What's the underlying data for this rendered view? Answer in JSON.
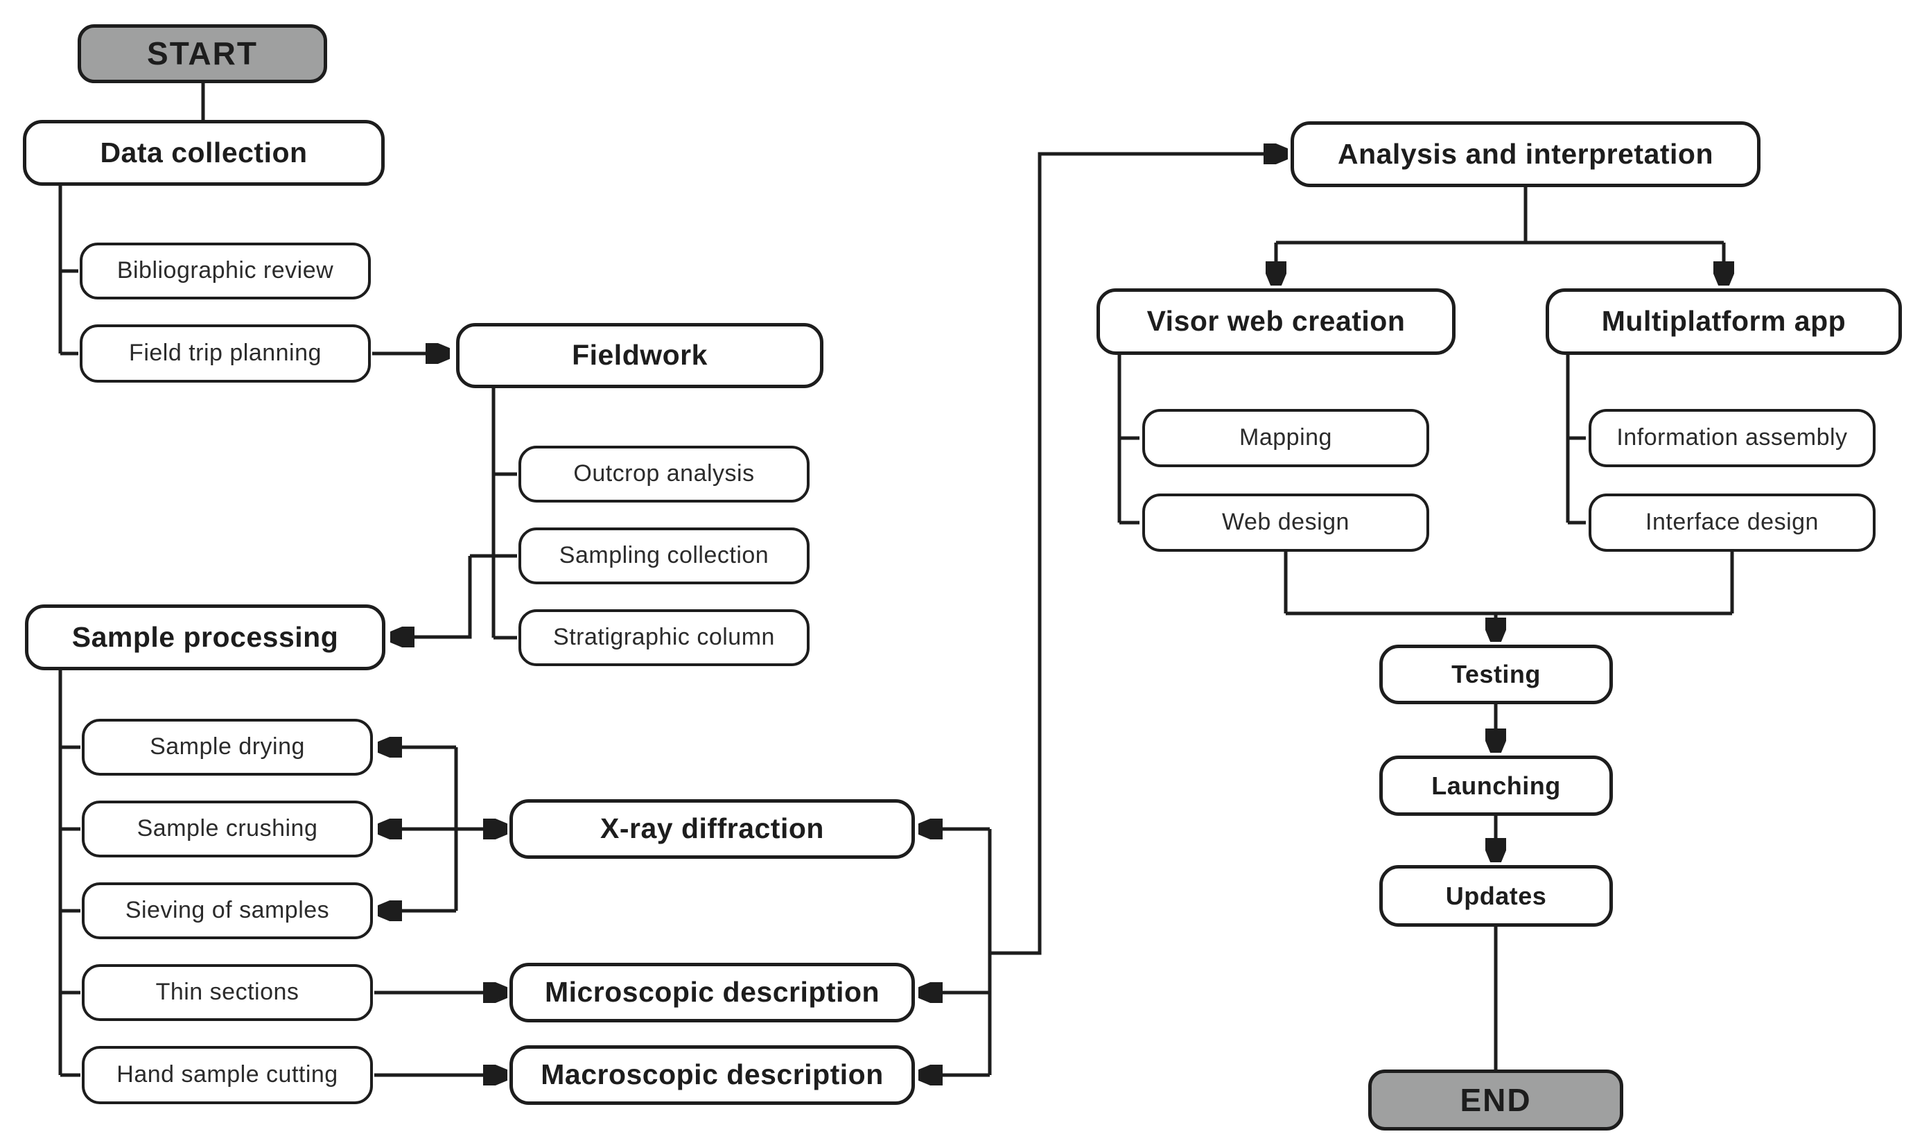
{
  "diagram": {
    "nodes": {
      "start": {
        "label": "START"
      },
      "data_collection": {
        "label": "Data collection"
      },
      "bibliographic_review": {
        "label": "Bibliographic review"
      },
      "field_trip_planning": {
        "label": "Field trip planning"
      },
      "fieldwork": {
        "label": "Fieldwork"
      },
      "outcrop_analysis": {
        "label": "Outcrop analysis"
      },
      "sampling_collection": {
        "label": "Sampling collection"
      },
      "stratigraphic_column": {
        "label": "Stratigraphic column"
      },
      "sample_processing": {
        "label": "Sample processing"
      },
      "sample_drying": {
        "label": "Sample drying"
      },
      "sample_crushing": {
        "label": "Sample crushing"
      },
      "sieving_of_samples": {
        "label": "Sieving of samples"
      },
      "thin_sections": {
        "label": "Thin sections"
      },
      "hand_sample_cutting": {
        "label": "Hand sample cutting"
      },
      "xray_diffraction": {
        "label": "X-ray diffraction"
      },
      "microscopic_description": {
        "label": "Microscopic description"
      },
      "macroscopic_description": {
        "label": "Macroscopic description"
      },
      "analysis_interpretation": {
        "label": "Analysis and interpretation"
      },
      "visor_web_creation": {
        "label": "Visor web creation"
      },
      "multiplatform_app": {
        "label": "Multiplatform app"
      },
      "mapping": {
        "label": "Mapping"
      },
      "web_design": {
        "label": "Web design"
      },
      "information_assembly": {
        "label": "Information assembly"
      },
      "interface_design": {
        "label": "Interface design"
      },
      "testing": {
        "label": "Testing"
      },
      "launching": {
        "label": "Launching"
      },
      "updates": {
        "label": "Updates"
      },
      "end": {
        "label": "END"
      }
    },
    "colors": {
      "line": "#1d1d1d",
      "terminal_fill": "#9fa0a0",
      "process_fill": "#ffffff",
      "background": "#ffffff",
      "text": "#1d1d1d"
    }
  }
}
